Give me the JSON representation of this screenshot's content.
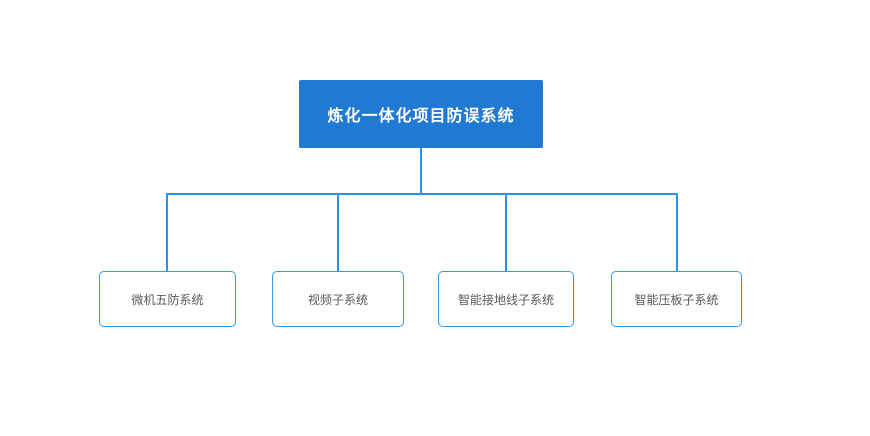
{
  "diagram": {
    "type": "org-chart",
    "root": {
      "label": "炼化一体化项目防误系统"
    },
    "children": [
      {
        "label": "微机五防系统"
      },
      {
        "label": "视频子系统"
      },
      {
        "label": "智能接地线子系统"
      },
      {
        "label": "智能压板子系统"
      }
    ]
  },
  "colors": {
    "canvas_bg": "#ffffff",
    "root_fill": "#2079d2",
    "root_text": "#ffffff",
    "line_color": "#2b93ee",
    "child_border": "#2e9bf0",
    "child_text": "#595959"
  }
}
